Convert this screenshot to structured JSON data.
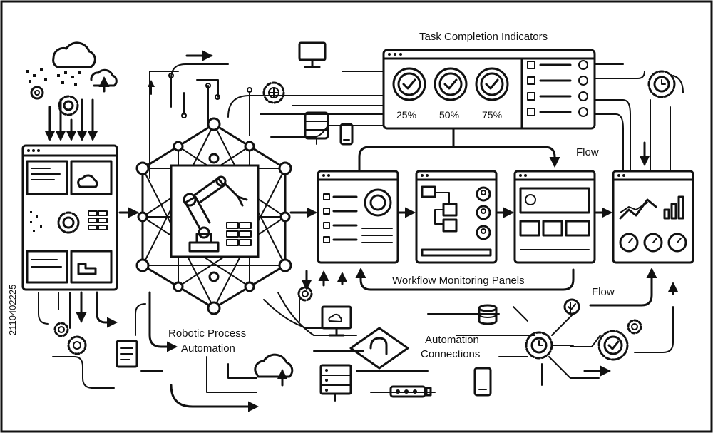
{
  "labels": {
    "task_completion": "Task Completion Indicators",
    "flow_top": "Flow",
    "flow_bottom": "Flow",
    "workflow_panels": "Workflow Monitoring Panels",
    "rpa_line1": "Robotic Process",
    "rpa_line2": "Automation",
    "connections_line1": "Automation",
    "connections_line2": "Connections"
  },
  "progress_indicators": [
    {
      "label": "25%",
      "value": 25
    },
    {
      "label": "50%",
      "value": 50
    },
    {
      "label": "75%",
      "value": 75
    }
  ],
  "side_id": "2110402225",
  "icons": [
    "cloud-icon",
    "gear-icon",
    "monitor-icon",
    "globe-icon",
    "database-icon",
    "phone-icon",
    "robot-arm-icon",
    "network-icon",
    "checkmark-icon",
    "clock-gear-icon",
    "server-icon",
    "document-icon",
    "line-chart-icon",
    "bar-chart-icon",
    "gauge-icon",
    "user-icon",
    "flowchart-icon"
  ],
  "colors": {
    "ink": "#111111",
    "background": "#ffffff"
  }
}
